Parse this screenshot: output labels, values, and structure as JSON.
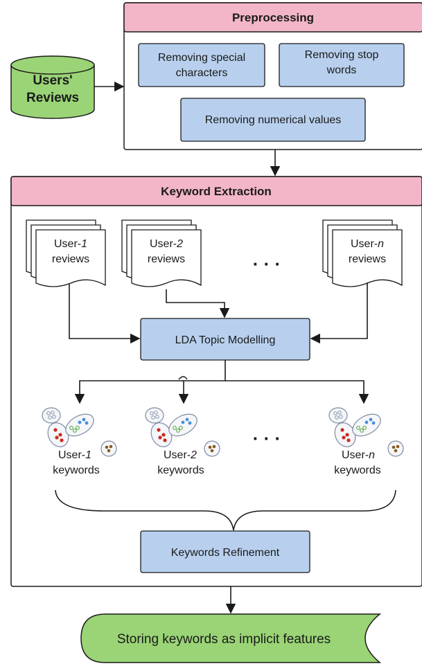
{
  "preprocessing": {
    "title": "Preprocessing",
    "step_special_line1": "Removing special",
    "step_special_line2": "characters",
    "step_stop_line1": "Removing stop",
    "step_stop_line2": "words",
    "step_numerical": "Removing numerical values"
  },
  "source": {
    "line1": "Users'",
    "line2": "Reviews"
  },
  "keyword_extraction": {
    "title": "Keyword Extraction",
    "reviews": [
      {
        "prefix": "User-",
        "suffix": "1",
        "line2": "reviews"
      },
      {
        "prefix": "User-",
        "suffix": "2",
        "line2": "reviews"
      },
      {
        "prefix": "User-",
        "suffix": "n",
        "line2": "reviews"
      }
    ],
    "ellipsis": "· · ·",
    "lda": "LDA Topic Modelling",
    "keywords": [
      {
        "prefix": "User-",
        "suffix": "1",
        "line2": "keywords"
      },
      {
        "prefix": "User-",
        "suffix": "2",
        "line2": "keywords"
      },
      {
        "prefix": "User-",
        "suffix": "n",
        "line2": "keywords"
      }
    ],
    "refinement": "Keywords Refinement"
  },
  "output": {
    "label": "Storing keywords as implicit features"
  },
  "colors": {
    "header_pink": "#f2b6c8",
    "step_blue": "#b8d0ee",
    "green": "#9ad476",
    "stroke": "#1a1a1a",
    "cluster_blue": "#4a8fd6",
    "cluster_red": "#cc2b1e",
    "cluster_green": "#4fa43a",
    "cluster_brown": "#8a5a1c",
    "cluster_grey": "#7e8aa0"
  }
}
